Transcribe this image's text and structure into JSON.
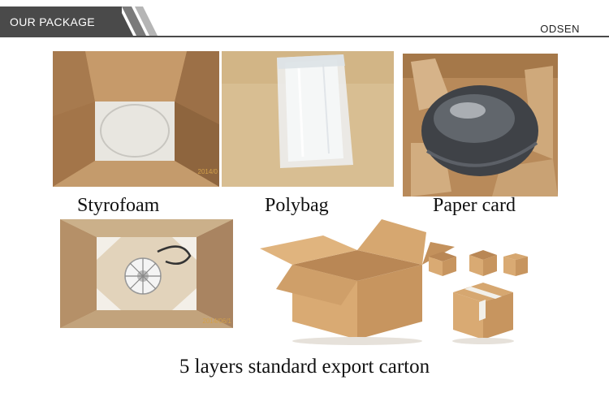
{
  "header": {
    "title": "OUR PACKAGE",
    "brand": "ODSEN"
  },
  "items": [
    {
      "label": "Styrofoam",
      "stamp": "2014/0"
    },
    {
      "label": "Polybag"
    },
    {
      "label": "Paper card"
    },
    {
      "label": "",
      "stamp": "2014/06/1"
    }
  ],
  "caption": "5 layers standard export carton",
  "colors": {
    "header": "#4a4a4a",
    "cardboard": "#c99a66",
    "stamp": "#d2a04a"
  }
}
